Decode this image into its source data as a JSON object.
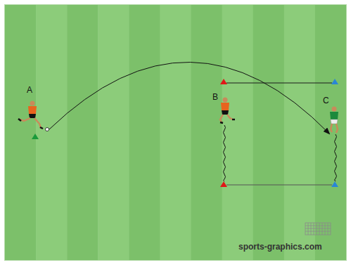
{
  "diagram": {
    "labels": [
      "A",
      "B",
      "C",
      "sports-graphics.com"
    ]
  }
}
